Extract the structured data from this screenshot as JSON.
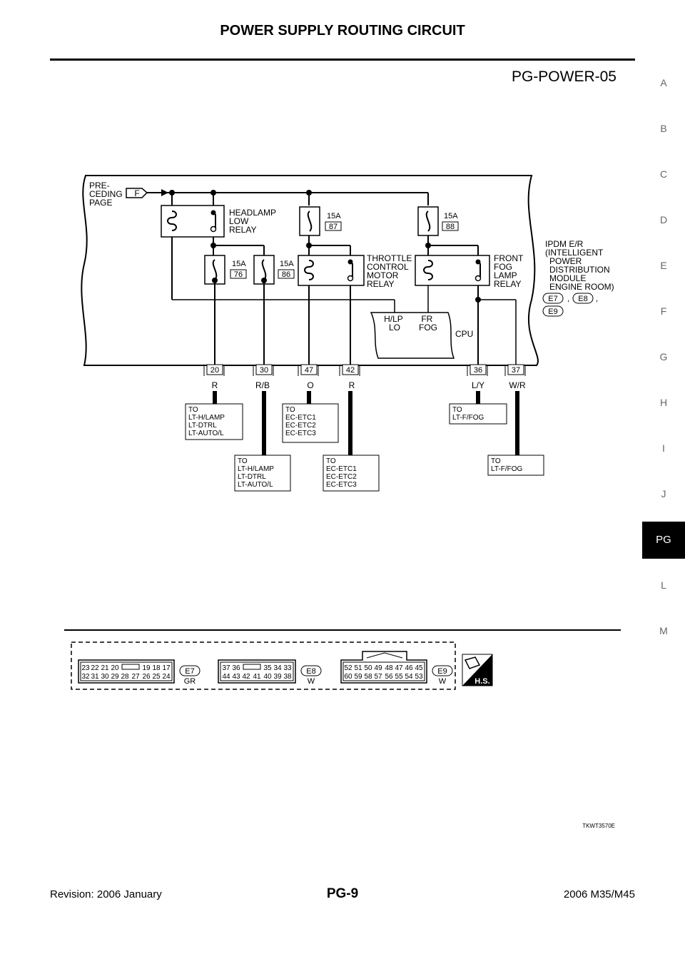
{
  "header": {
    "title": "POWER SUPPLY ROUTING CIRCUIT",
    "diagram_id": "PG-POWER-05"
  },
  "side_tabs": [
    "A",
    "B",
    "C",
    "D",
    "E",
    "F",
    "G",
    "H",
    "I",
    "J",
    "PG",
    "L",
    "M"
  ],
  "active_tab": "PG",
  "diagram": {
    "prev_page_label": [
      "PRE-",
      "CEDING",
      "PAGE"
    ],
    "prev_page_connector": "F",
    "headlamp_relay_label": [
      "HEADLAMP",
      "LOW",
      "RELAY"
    ],
    "throttle_relay_label": [
      "THROTTLE",
      "CONTROL",
      "MOTOR",
      "RELAY"
    ],
    "fog_relay_label": [
      "FRONT",
      "FOG",
      "LAMP",
      "RELAY"
    ],
    "ipdm_label": [
      "IPDM E/R",
      "(INTELLIGENT",
      "POWER",
      "DISTRIBUTION",
      "MODULE",
      "ENGINE ROOM)"
    ],
    "ipdm_connectors": [
      "E7",
      "E8",
      "E9"
    ],
    "fuses": [
      {
        "rating": "15A",
        "number": "87"
      },
      {
        "rating": "15A",
        "number": "88"
      },
      {
        "rating": "15A",
        "number": "76"
      },
      {
        "rating": "15A",
        "number": "86"
      }
    ],
    "cpu_label": "CPU",
    "cpu_inputs": [
      [
        "H/LP",
        "LO"
      ],
      [
        "FR",
        "FOG"
      ]
    ],
    "terminals": [
      {
        "pin": "20",
        "wire": "R"
      },
      {
        "pin": "30",
        "wire": "R/B"
      },
      {
        "pin": "47",
        "wire": "O"
      },
      {
        "pin": "42",
        "wire": "R"
      },
      {
        "pin": "36",
        "wire": "L/Y"
      },
      {
        "pin": "37",
        "wire": "W/R"
      }
    ],
    "destinations": [
      [
        "TO",
        "LT-H/LAMP",
        "LT-DTRL",
        "LT-AUTO/L"
      ],
      [
        "TO",
        "LT-H/LAMP",
        "LT-DTRL",
        "LT-AUTO/L"
      ],
      [
        "TO",
        "EC-ETC1",
        "EC-ETC2",
        "EC-ETC3"
      ],
      [
        "TO",
        "EC-ETC1",
        "EC-ETC2",
        "EC-ETC3"
      ],
      [
        "TO",
        "LT-F/FOG"
      ],
      [
        "TO",
        "LT-F/FOG"
      ]
    ]
  },
  "connectors": [
    {
      "id": "E7",
      "color": "GR",
      "top": [
        "23",
        "22",
        "21",
        "20",
        "19",
        "18",
        "17"
      ],
      "bottom": [
        "32",
        "31",
        "30",
        "29",
        "28",
        "27",
        "26",
        "25",
        "24"
      ]
    },
    {
      "id": "E8",
      "color": "W",
      "top": [
        "37",
        "36",
        "35",
        "34",
        "33"
      ],
      "bottom": [
        "44",
        "43",
        "42",
        "41",
        "40",
        "39",
        "38"
      ]
    },
    {
      "id": "E9",
      "color": "W",
      "top": [
        "52",
        "51",
        "50",
        "49",
        "48",
        "47",
        "46",
        "45"
      ],
      "bottom": [
        "60",
        "59",
        "58",
        "57",
        "56",
        "55",
        "54",
        "53"
      ]
    }
  ],
  "hs_badge": "H.S.",
  "figure_code": "TKWT3570E",
  "footer": {
    "revision": "Revision: 2006 January",
    "page": "PG-9",
    "model": "2006 M35/M45"
  }
}
